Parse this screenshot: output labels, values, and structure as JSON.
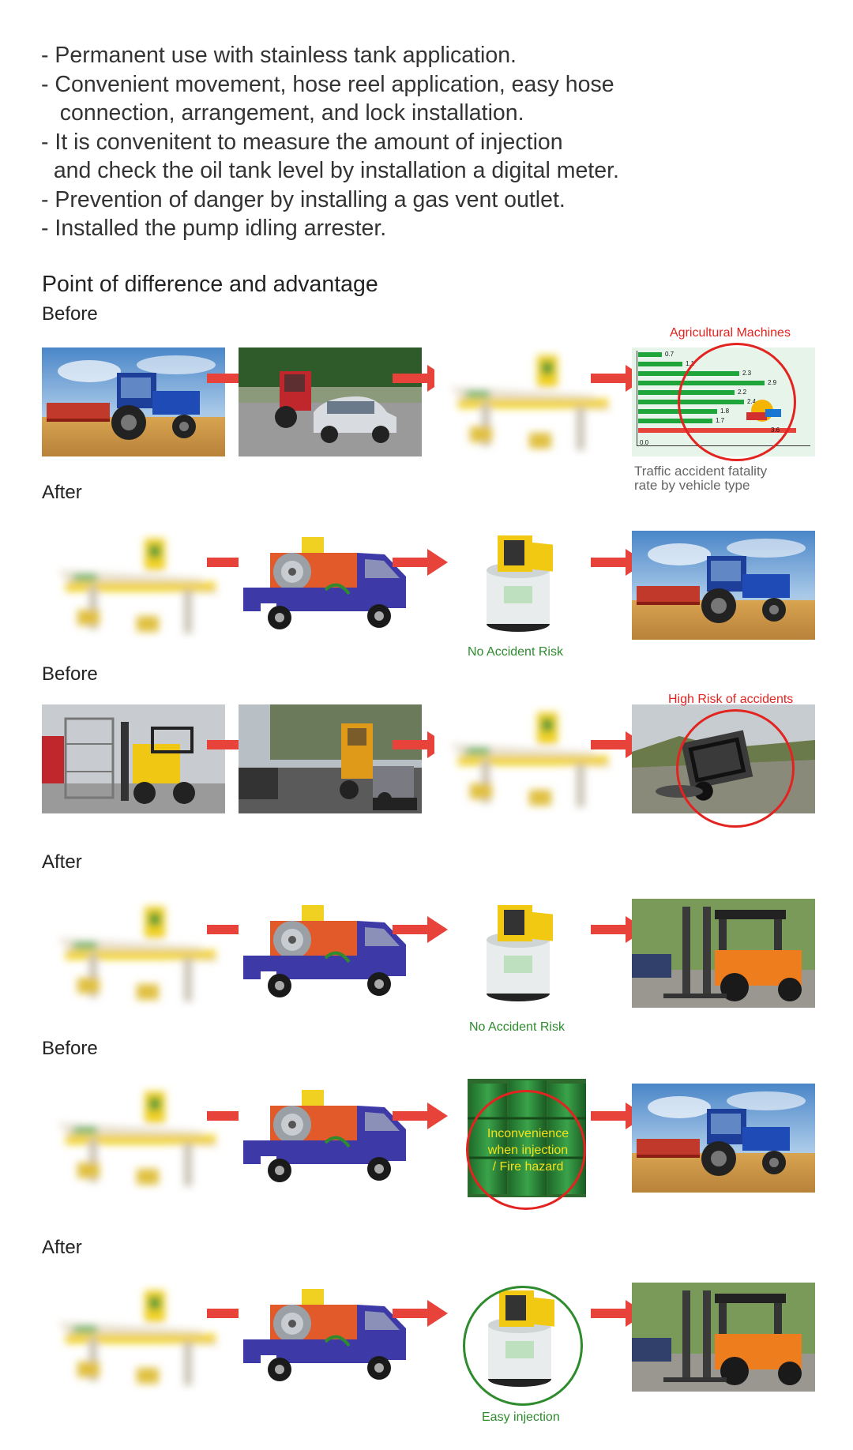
{
  "bullets": [
    "- Permanent use with stainless tank application.",
    "- Convenient movement, hose reel application, easy hose",
    "   connection, arrangement, and lock installation.",
    "- It is convenitent to measure the amount of injection",
    "  and check the oil tank level by installation a digital meter.",
    "- Prevention of danger by installing a gas vent outlet.",
    "- Installed the pump idling arrester."
  ],
  "section_title": "Point of difference and advantage",
  "labels": {
    "before": "Before",
    "after": "After"
  },
  "captions": {
    "agricultural_machines": "Agricultural Machines",
    "fatality_line1": "Traffic accident fatality",
    "fatality_line2": "rate by vehicle type",
    "no_accident_risk": "No Accident Risk",
    "high_risk": "High Risk of accidents",
    "inconvenience_line1": "Inconvenience",
    "inconvenience_line2": "when injection",
    "inconvenience_line3": "/ Fire hazard",
    "easy_injection": "Easy injection"
  },
  "bar_chart": {
    "values": [
      "0.7",
      "1.1",
      "2.3",
      "2.9",
      "2.2",
      "2.4",
      "1.8",
      "1.7",
      "3.6",
      "0.0"
    ]
  },
  "colors": {
    "accent_red": "#e3231f",
    "accent_green": "#2e8b2e",
    "chart_green": "#1fa53a"
  }
}
